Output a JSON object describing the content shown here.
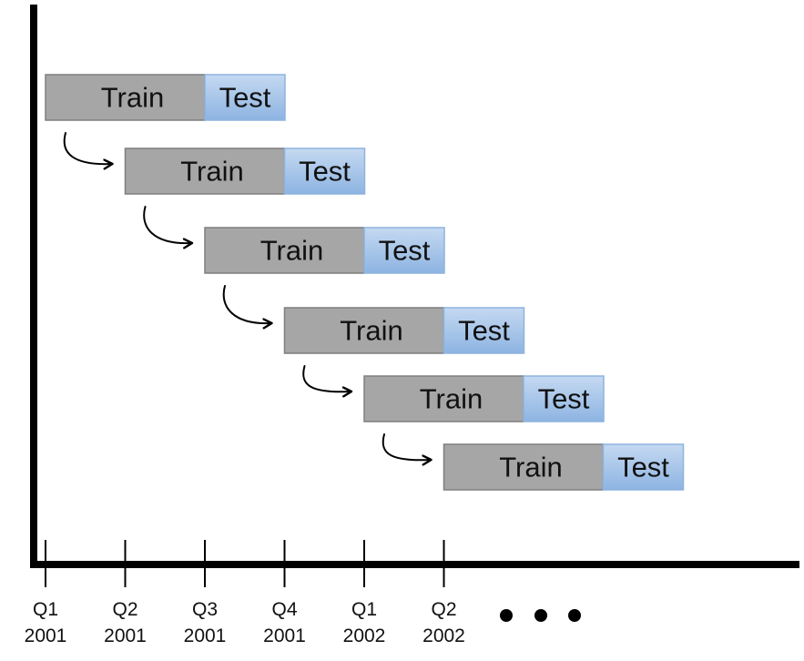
{
  "colors": {
    "axis": "#000000",
    "train_fill": "#a6a6a6",
    "train_stroke": "#7f7f7f",
    "test_fill_top": "#c5d9f1",
    "test_fill_bottom": "#8db4e2",
    "test_stroke": "#8eb3df",
    "arrow": "#000000"
  },
  "windows": [
    {
      "train_label": "Train",
      "test_label": "Test"
    },
    {
      "train_label": "Train",
      "test_label": "Test"
    },
    {
      "train_label": "Train",
      "test_label": "Test"
    },
    {
      "train_label": "Train",
      "test_label": "Test"
    },
    {
      "train_label": "Train",
      "test_label": "Test"
    },
    {
      "train_label": "Train",
      "test_label": "Test"
    }
  ],
  "timeline": {
    "ticks": [
      {
        "quarter": "Q1",
        "year": "2001"
      },
      {
        "quarter": "Q2",
        "year": "2001"
      },
      {
        "quarter": "Q3",
        "year": "2001"
      },
      {
        "quarter": "Q4",
        "year": "2001"
      },
      {
        "quarter": "Q1",
        "year": "2002"
      },
      {
        "quarter": "Q2",
        "year": "2002"
      }
    ],
    "continuation": "ellipsis-dots"
  }
}
